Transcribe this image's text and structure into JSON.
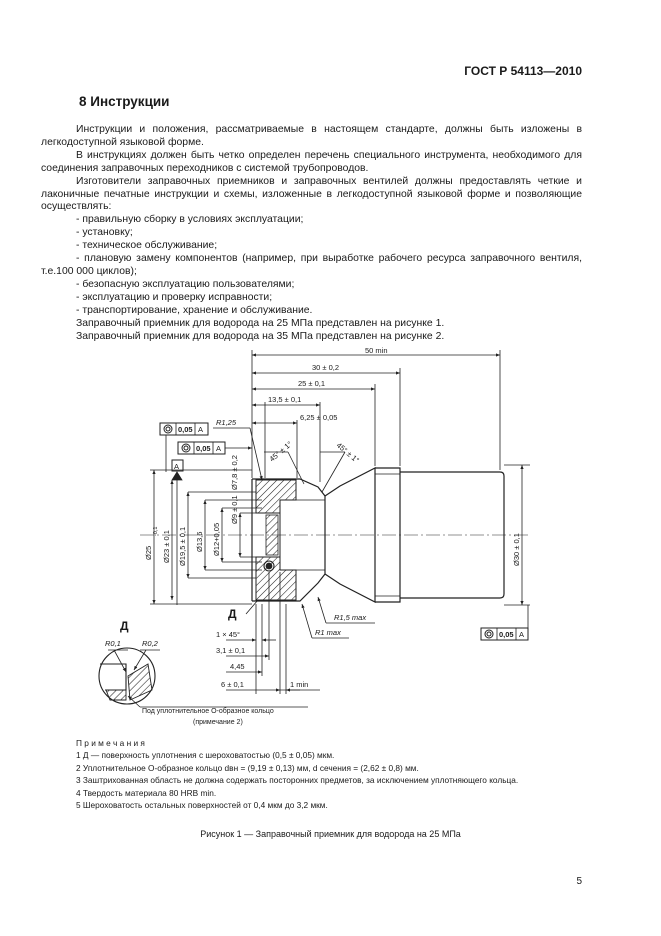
{
  "header": {
    "standard": "ГОСТ Р 54113—2010"
  },
  "section": {
    "title": "8  Инструкции"
  },
  "paragraphs": {
    "p1": "Инструкции и положения, рассматриваемые в настоящем стандарте, должны быть изложены в легкодоступной языковой форме.",
    "p2": "В инструкциях должен быть четко определен перечень специального инструмента, необходимого для соединения заправочных переходников с системой трубопроводов.",
    "p3": "Изготовители заправочных приемников и заправочных вентилей должны предоставлять четкие и лаконичные печатные инструкции и схемы, изложенные в легкодоступной языковой форме и позволяющие осуществлять:",
    "items": [
      "-  правильную сборку в условиях эксплуатации;",
      "-  установку;",
      "-  техническое обслуживание;",
      "-  плановую замену компонентов (например, при выработке рабочего ресурса заправочного вентиля, т.е.100 000 циклов);",
      "-  безопасную эксплуатацию пользователями;",
      "-  эксплуатацию и проверку исправности;",
      "-  транспортирование, хранение и обслуживание."
    ],
    "p4": "Заправочный приемник для водорода на 25 МПа представлен на рисунке 1.",
    "p5": "Заправочный приемник для водорода на 35 МПа представлен на рисунке 2."
  },
  "drawing": {
    "dims": {
      "d50": "50 min",
      "d30": "30 ± 0,2",
      "d25": "25 ± 0,1",
      "d13": "13,5 ± 0,1",
      "d6": "6,25 ± 0,05",
      "r125": "R1,25",
      "tol1": "0,05",
      "tol2": "0,05",
      "tol3": "0,05",
      "datumA": "A",
      "ang1": "45° ± 1°",
      "ang2": "45° ± 1°",
      "dia25": "Ø25",
      "dia25tol": "-0,1",
      "dia23": "Ø23 ± 0,1",
      "dia19": "Ø19,5 ± 0,1",
      "dia13": "Ø13,6",
      "dia12": "Ø12+0,05",
      "dia9": "Ø9 ± 0,1",
      "dia7": "Ø7,8 ± 0,2",
      "dia30": "Ø30 ± 0,1",
      "r15": "R1,5 max",
      "r1": "R1 max",
      "detailD": "Д",
      "ch1": "1 × 45°",
      "d31": "3,1 ± 0,1",
      "d445": "4,45",
      "d6b": "6 ± 0,1",
      "d1min": "1 min",
      "detailLabel": "Д",
      "r01": "R0,1",
      "r02": "R0,2",
      "oring1": "Под уплотнительное О-образное кольцо",
      "oring2": "(примечание 2)"
    }
  },
  "notes": {
    "title": "П р и м е ч а н и я",
    "n1": "1  Д — поверхность уплотнения с шероховатостью (0,5 ± 0,05) мкм.",
    "n2": "2  Уплотнительное О-образное кольцо dвн = (9,19 ± 0,13) мм, d сечения = (2,62 ± 0,8) мм.",
    "n3": "3  Заштрихованная область не должна содержать посторонних предметов, за исключением уплотняющего кольца.",
    "n4": "4  Твердость материала 80 HRB min.",
    "n5": "5  Шероховатость остальных поверхностей от 0,4 мкм до 3,2 мкм."
  },
  "caption": "Рисунок 1 — Заправочный приемник для водорода на 25 МПа",
  "page_number": "5"
}
